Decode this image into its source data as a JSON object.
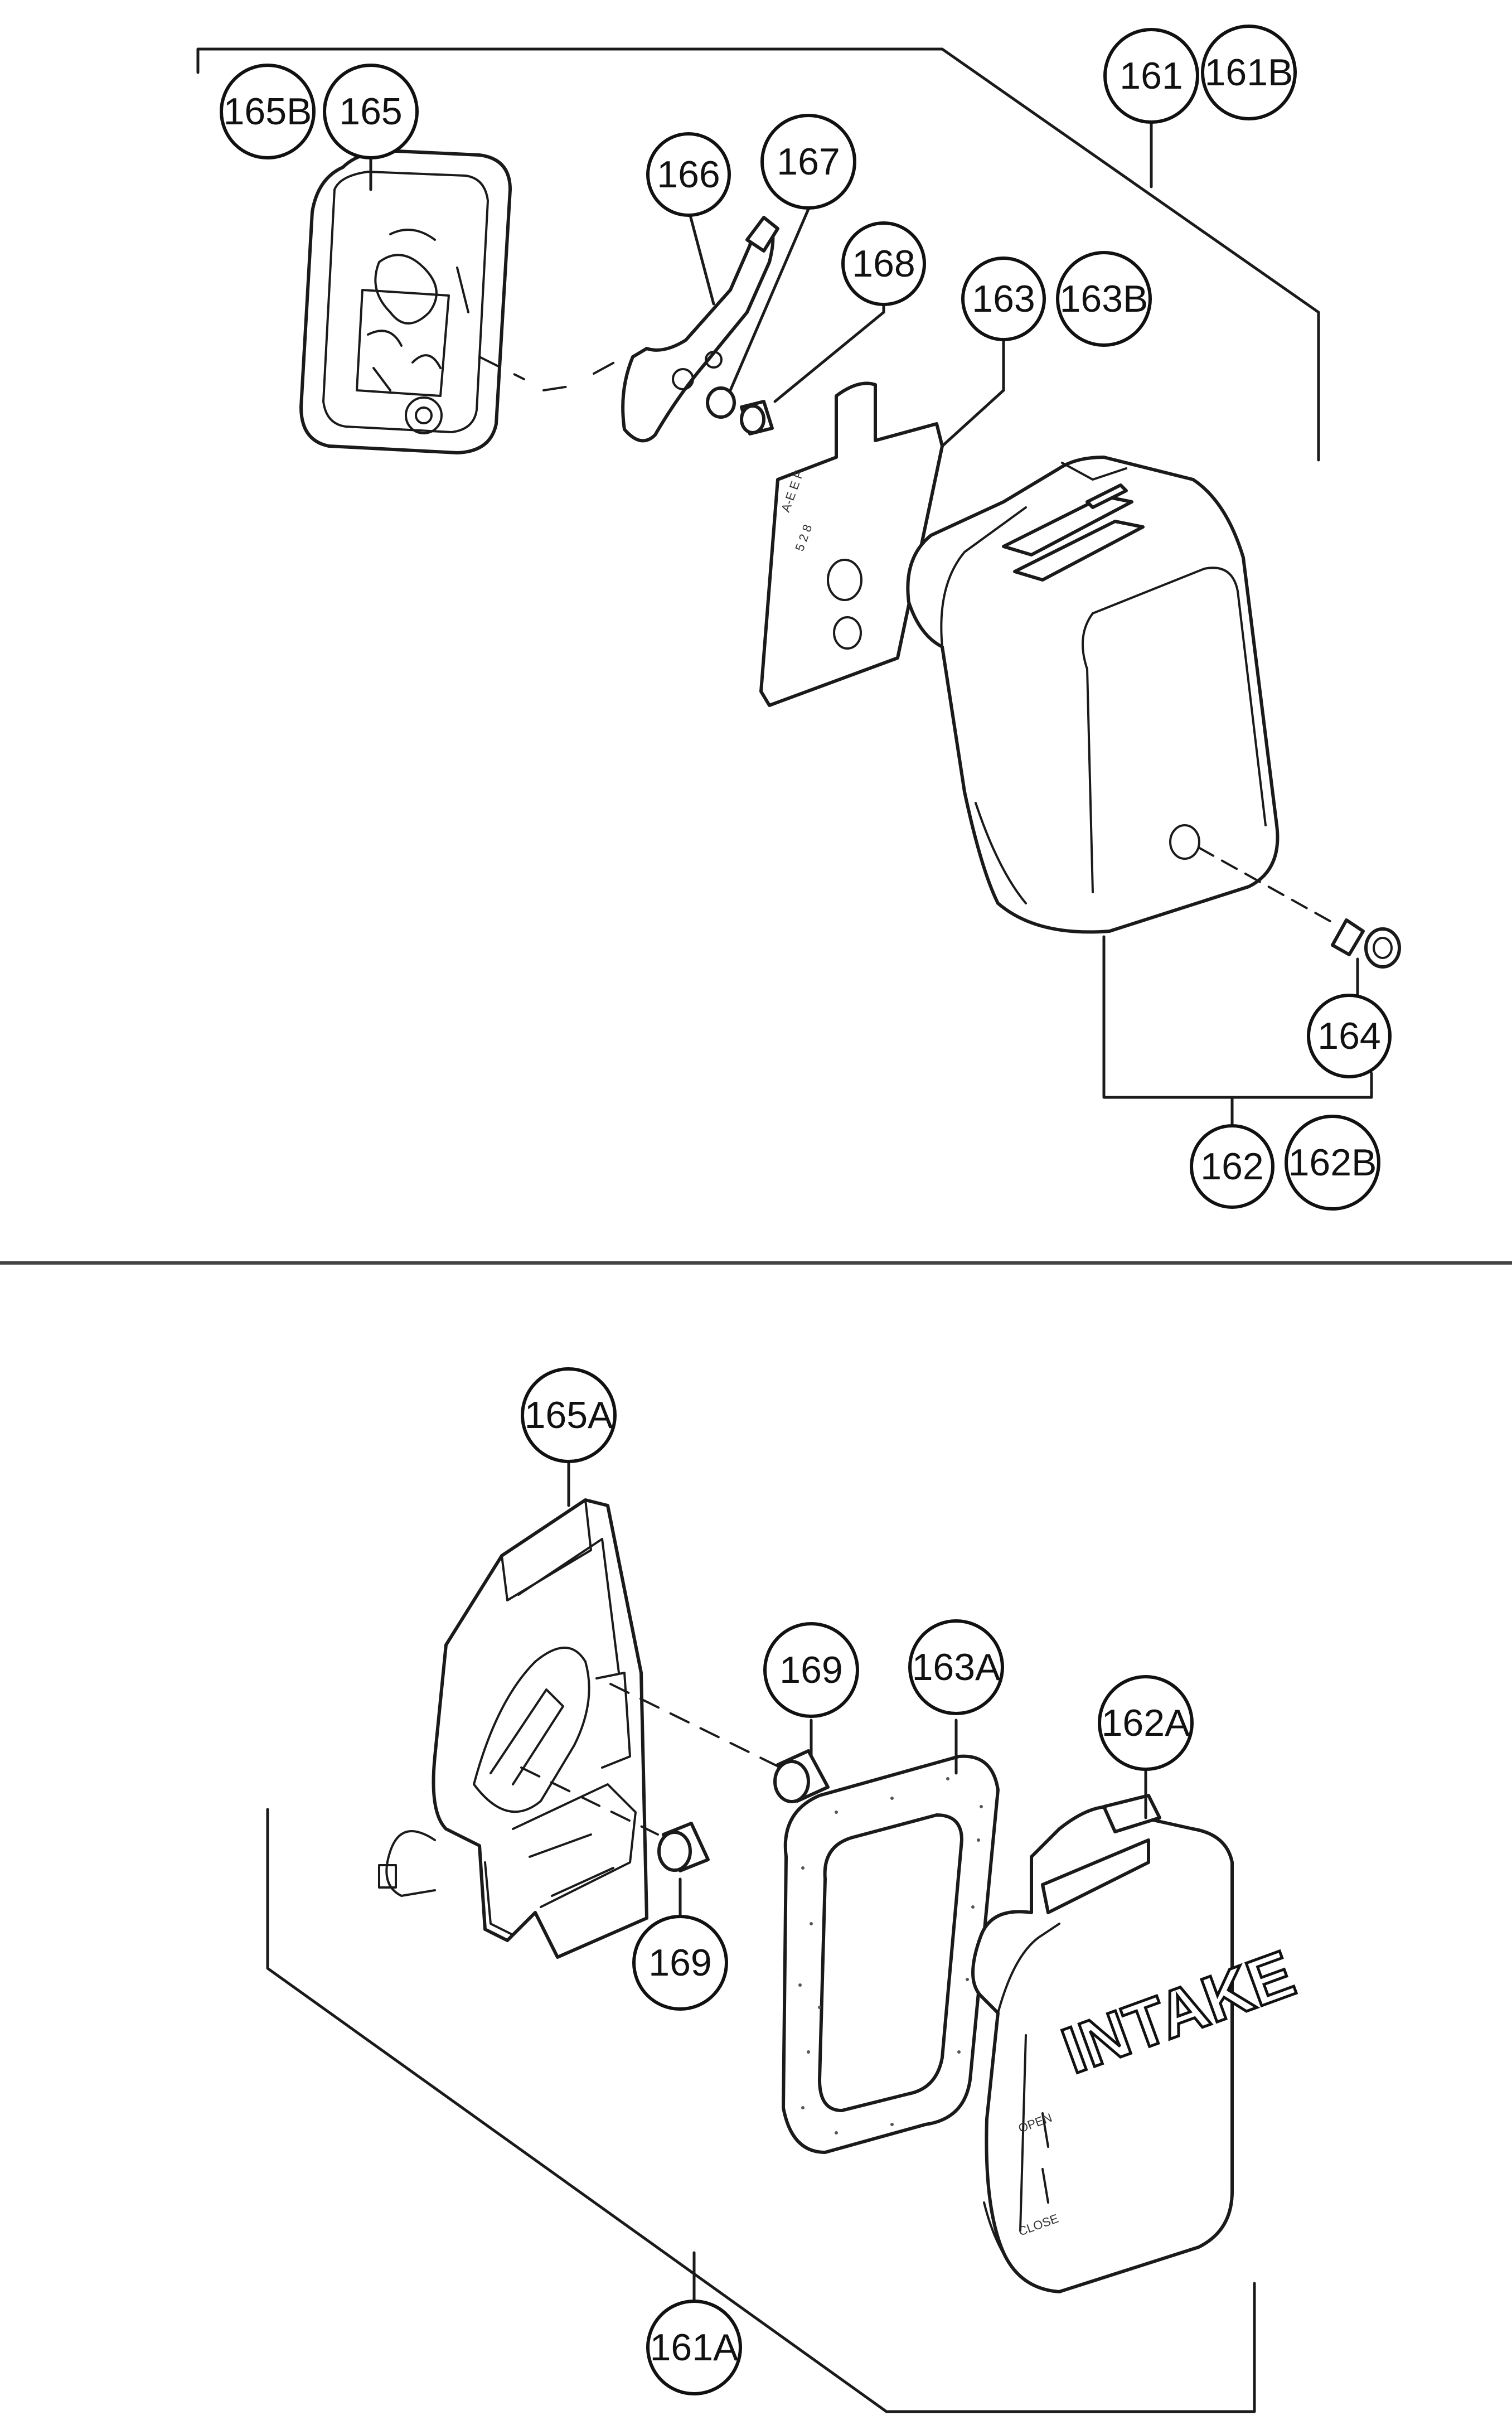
{
  "callouts": {
    "c161": "161",
    "c161b": "161B",
    "c162": "162",
    "c162b": "162B",
    "c163": "163",
    "c163b": "163B",
    "c164": "164",
    "c165": "165",
    "c165b": "165B",
    "c166": "166",
    "c167": "167",
    "c168": "168",
    "c161a": "161A",
    "c162a": "162A",
    "c163a": "163A",
    "c165a": "165A",
    "c169_top": "169",
    "c169_bottom": "169"
  },
  "imprints": {
    "cover_main": "INTAKE",
    "lever_open": "OPEN",
    "lever_close": "CLOSE"
  }
}
